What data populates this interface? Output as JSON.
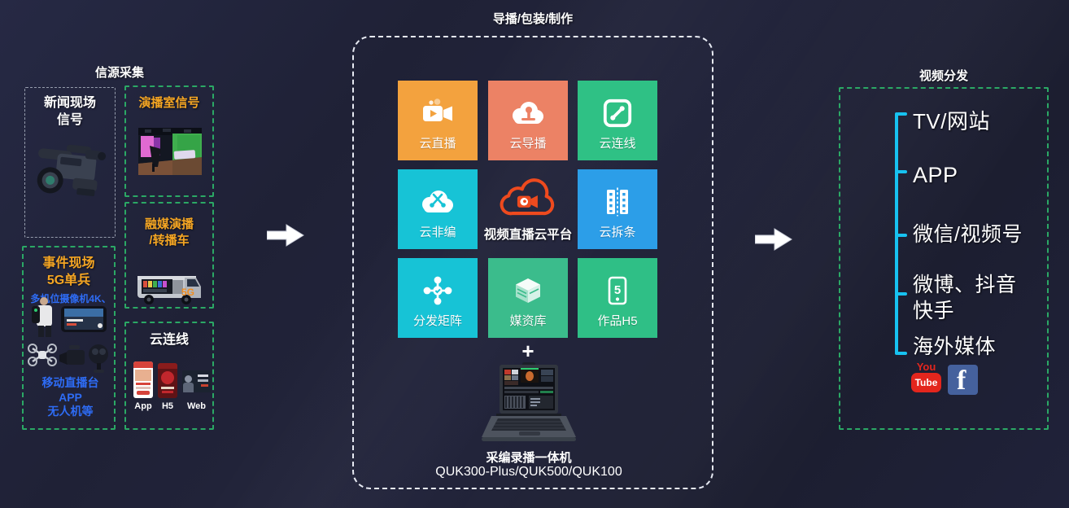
{
  "colors": {
    "background": "#1F2133",
    "border_green": "#2BA865",
    "border_gray": "#969DAD",
    "center_border": "#E6E9F2",
    "orange_text": "#F5A623",
    "blue_text": "#2E6CF5",
    "bracket_cyan": "#17C2F0",
    "hub_orange": "#EE4A1E",
    "youtube_red": "#E3261D",
    "facebook_blue": "#45619D"
  },
  "left": {
    "title": "信源采集",
    "news": {
      "title": "新闻现场\n信号",
      "caption": "多机位摄像机4K、"
    },
    "studio": {
      "title": "演播室信号"
    },
    "van": {
      "title": "融媒演播\n/转播车",
      "badge": "5G"
    },
    "field": {
      "title": "事件现场\n5G单兵",
      "caption": "移动直播台\nAPP\n无人机等"
    },
    "cloudline": {
      "title": "云连线",
      "labels": [
        "App",
        "H5",
        "Web"
      ]
    }
  },
  "center": {
    "title": "导播/包装/制作",
    "tiles": [
      {
        "label": "云直播",
        "color": "#F3A23E",
        "icon": "video-camera"
      },
      {
        "label": "云导播",
        "color": "#EC8265",
        "icon": "cloud-director"
      },
      {
        "label": "云连线",
        "color": "#2FC185",
        "icon": "link"
      },
      {
        "label": "云非编",
        "color": "#17C3D6",
        "icon": "cloud-scissors"
      },
      {
        "label": "视频直播云平台",
        "color": "#EE4A1E",
        "icon": "cloud-camera",
        "type": "hub"
      },
      {
        "label": "云拆条",
        "color": "#2C9EE8",
        "icon": "film-split"
      },
      {
        "label": "分发矩阵",
        "color": "#17C3D6",
        "icon": "matrix"
      },
      {
        "label": "媒资库",
        "color": "#3BBC8C",
        "icon": "media-library"
      },
      {
        "label": "作品H5",
        "color": "#2FBF86",
        "icon": "h5-phone"
      }
    ],
    "plus": "+",
    "device_name": "采编录播一体机",
    "device_models": "QUK300-Plus/QUK500/QUK100"
  },
  "right": {
    "title": "视频分发",
    "items": [
      "TV/网站",
      "APP",
      "微信/视频号",
      "微博、抖音\n快手",
      "海外媒体"
    ],
    "youtube": {
      "line1": "You",
      "line2": "Tube"
    },
    "facebook": {
      "letter": "f"
    }
  }
}
